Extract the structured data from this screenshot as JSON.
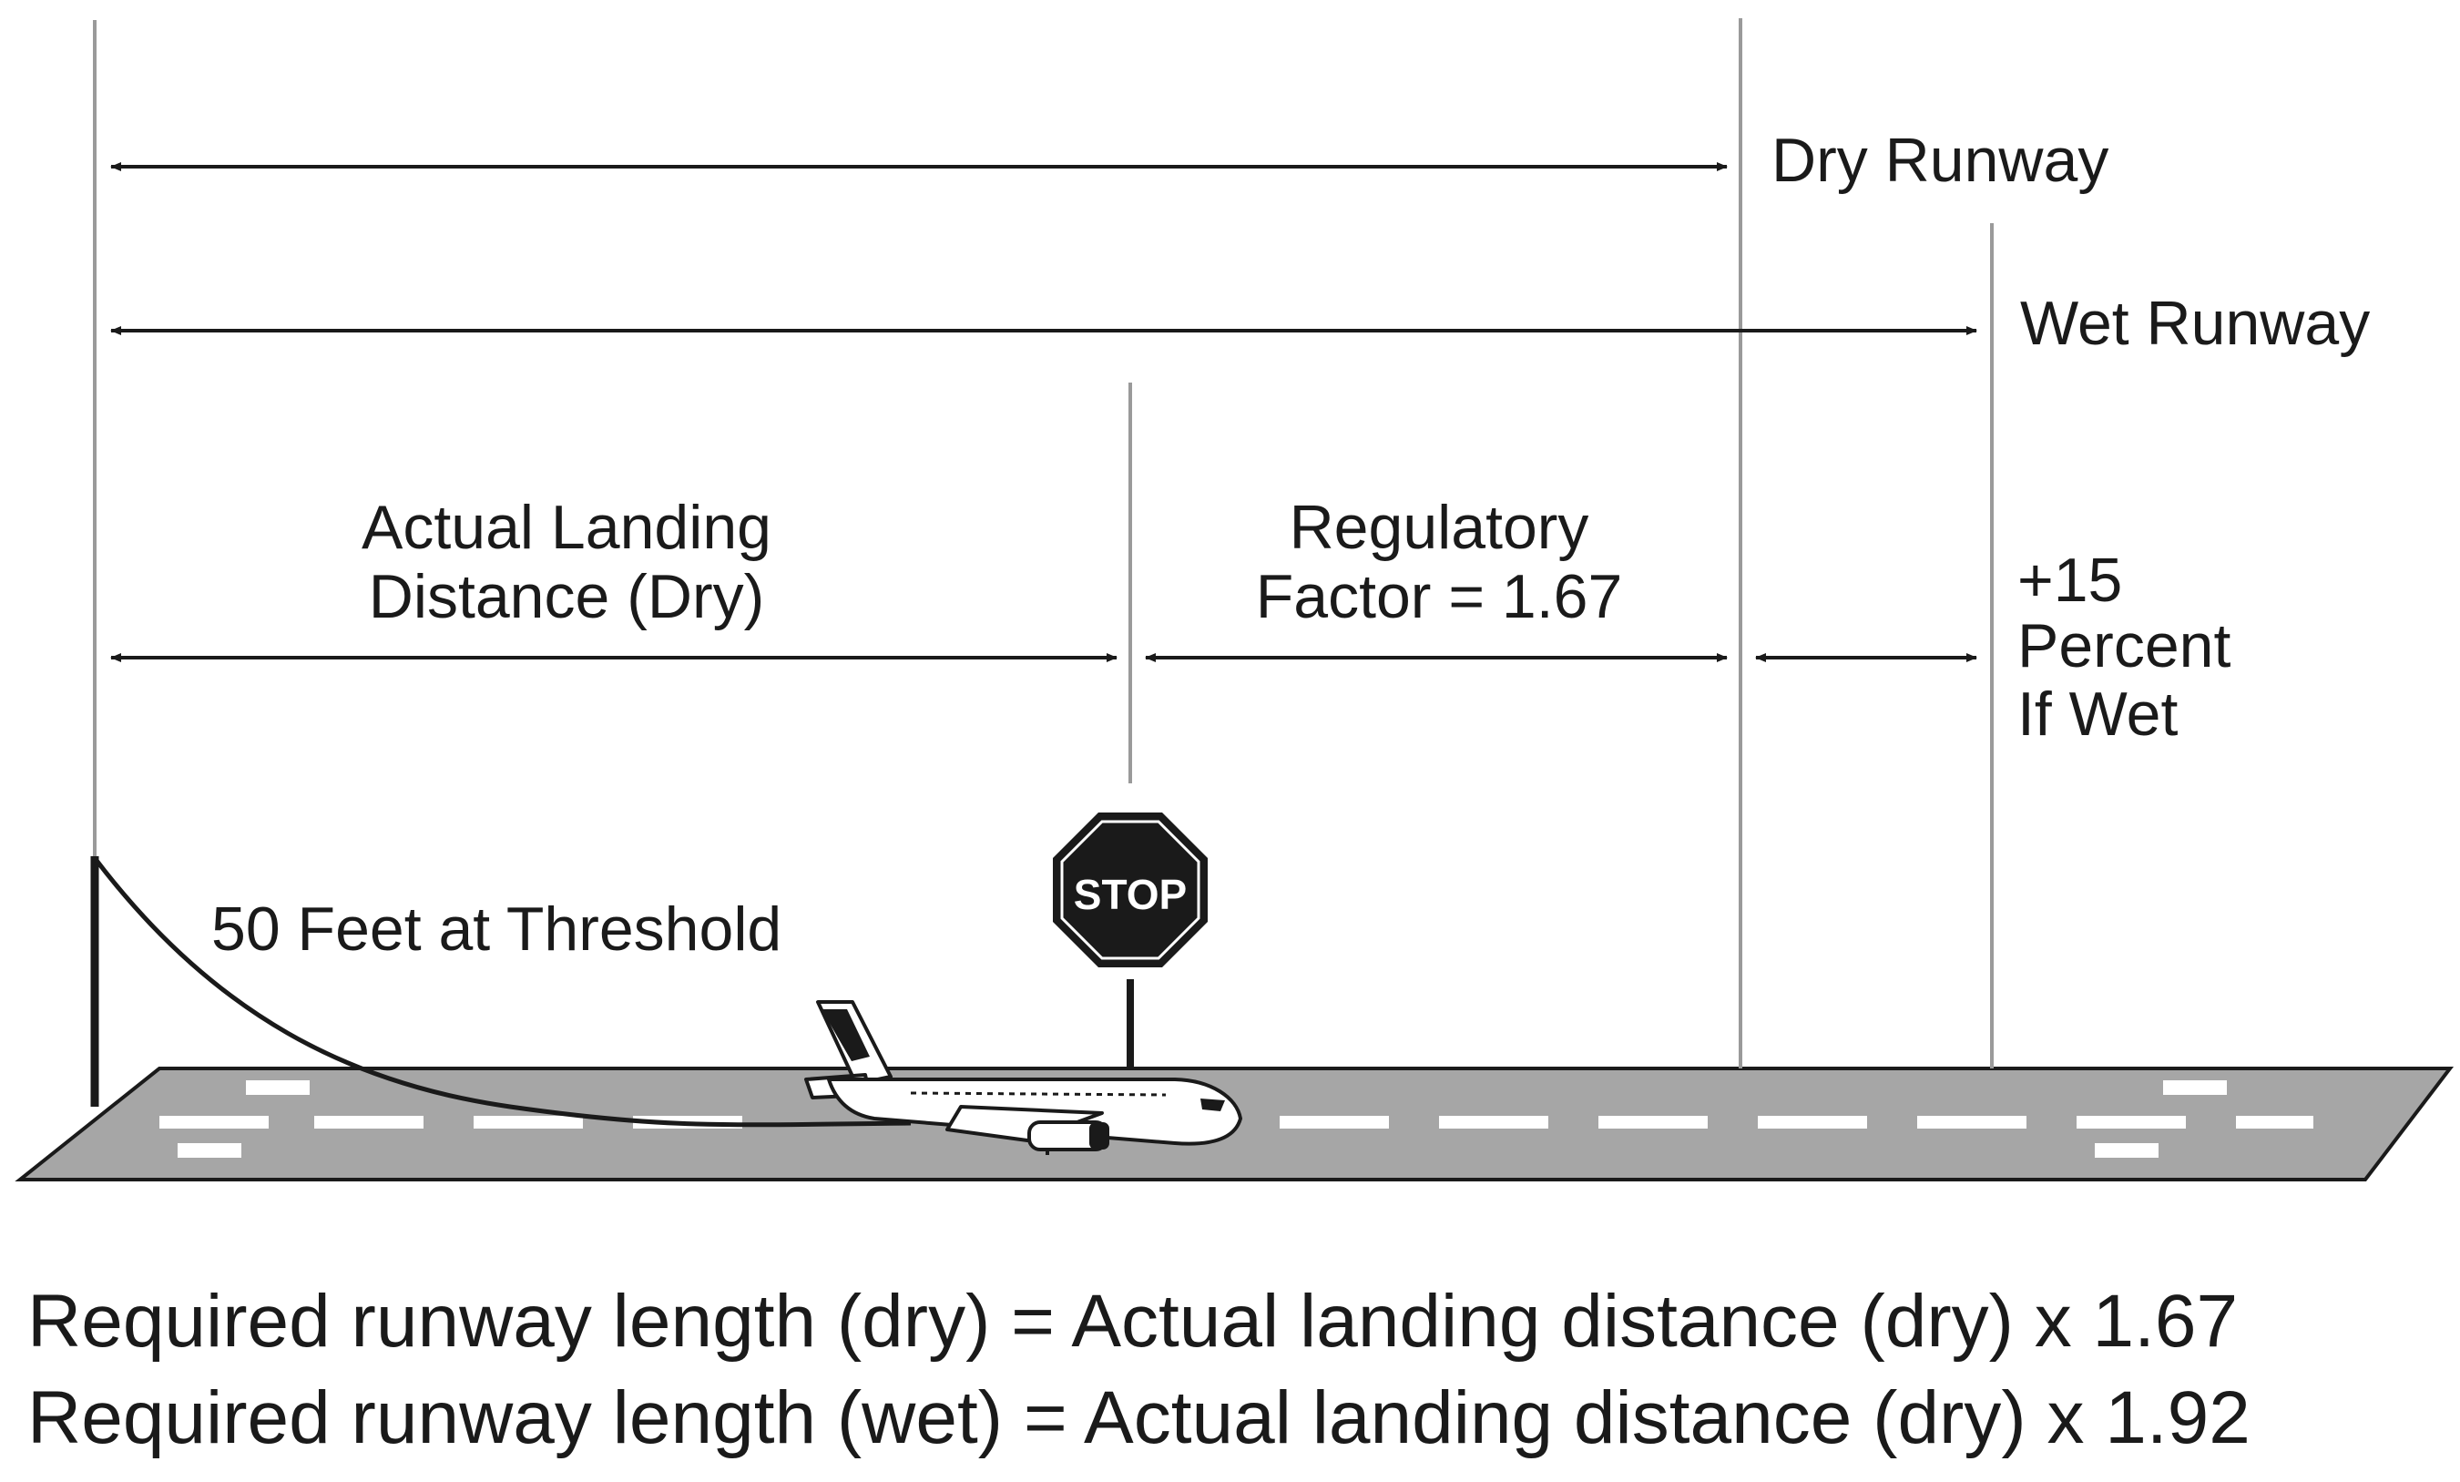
{
  "labels": {
    "dry_runway": "Dry Runway",
    "wet_runway": "Wet Runway",
    "actual_landing_line1": "Actual Landing",
    "actual_landing_line2": "Distance (Dry)",
    "regulatory_line1": "Regulatory",
    "regulatory_line2": "Factor = 1.67",
    "wet_add_line1": "+15",
    "wet_add_line2": "Percent",
    "wet_add_line3": "If Wet",
    "threshold": "50 Feet at Threshold",
    "stop_sign": "STOP"
  },
  "formulas": {
    "dry": "Required runway length (dry) = Actual landing distance (dry) x 1.67",
    "wet": "Required runway length (wet) = Actual landing distance (dry) x 1.92"
  },
  "colors": {
    "runway_fill": "#a6a6a6",
    "line": "#1a1a1a",
    "stop_sign": "#1a1a1a",
    "markings": "#ffffff"
  },
  "icons": [
    "airplane-icon",
    "stop-sign-icon"
  ]
}
